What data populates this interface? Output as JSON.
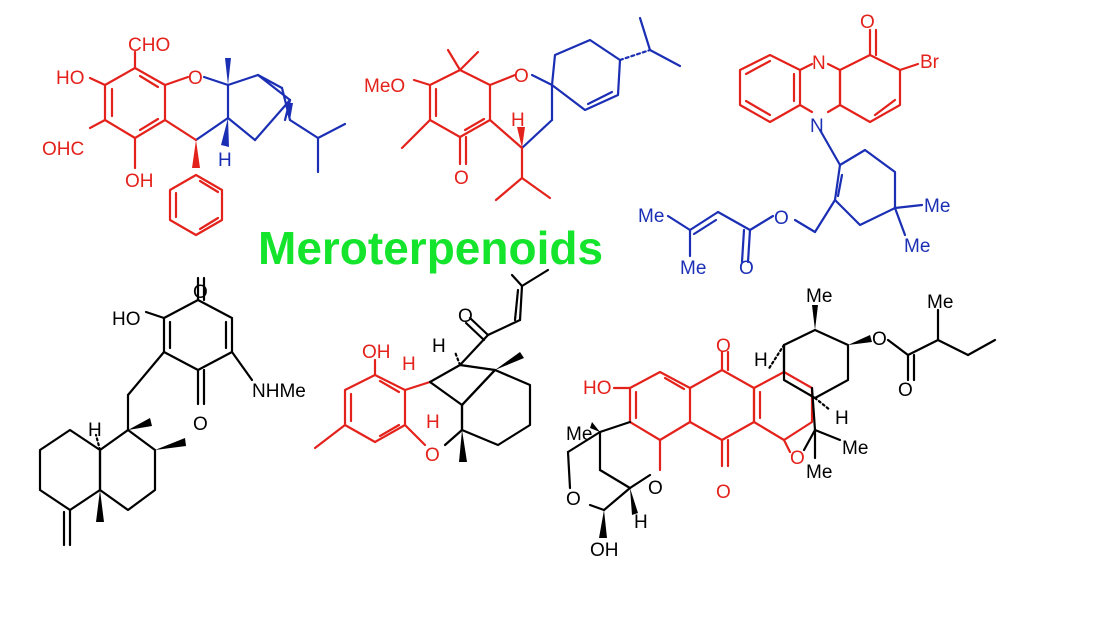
{
  "title": "Meroterpenoids",
  "colors": {
    "aromatic_part": "#e4221c",
    "terpene_part": "#1b2fb5",
    "title": "#14e42c",
    "other": "#000000"
  },
  "molecules": [
    {
      "labels": {
        "cho": "CHO",
        "ho_top": "HO",
        "o_ring": "O",
        "ohc": "OHC",
        "oh_bottom": "OH",
        "h": "H"
      }
    },
    {
      "labels": {
        "meo": "MeO",
        "o_ring": "O",
        "h": "H",
        "o_ketone": "O"
      }
    },
    {
      "labels": {
        "o_top": "O",
        "br": "Br",
        "n_top": "N",
        "n_bottom": "N",
        "me_left": "Me",
        "o_ester": "O",
        "me_right": "Me",
        "me_right2": "Me",
        "me_lower": "Me",
        "o_carbonyl": "O"
      }
    },
    {
      "labels": {
        "o_top": "O",
        "ho": "HO",
        "nhme": "NHMe",
        "o_bottom": "O",
        "h": "H"
      }
    },
    {
      "labels": {
        "o_ketone": "O",
        "h_top": "H",
        "oh": "OH",
        "h_mid": "H",
        "h_low": "H",
        "o_ring": "O"
      }
    },
    {
      "labels": {
        "me_top": "Me",
        "me_ester": "Me",
        "o_ester": "O",
        "o_quinone_top": "O",
        "h_top": "H",
        "ho": "HO",
        "h_right": "H",
        "me_left": "Me",
        "me_right": "Me",
        "me_right2": "Me",
        "o_carbonyl": "O",
        "o_ring": "O",
        "o_furan": "O",
        "o_lactol": "O",
        "o_quinone_bottom": "O",
        "h_bottom": "H",
        "oh": "OH"
      }
    }
  ]
}
